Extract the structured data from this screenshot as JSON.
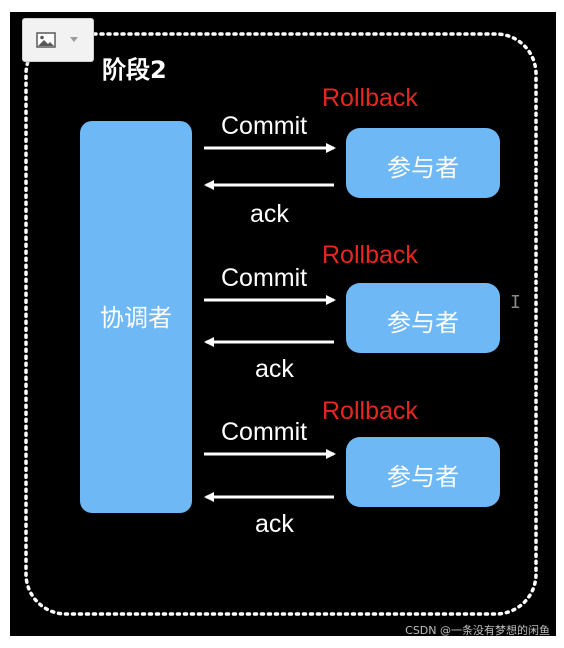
{
  "diagram": {
    "stage_title": "阶段2",
    "coordinator_label": "协调者",
    "participants": [
      {
        "label": "参与者",
        "commit_label": "Commit",
        "ack_label": "ack",
        "status_label": "Rollback"
      },
      {
        "label": "参与者",
        "commit_label": "Commit",
        "ack_label": "ack",
        "status_label": "Rollback"
      },
      {
        "label": "参与者",
        "commit_label": "Commit",
        "ack_label": "ack",
        "status_label": "Rollback"
      }
    ]
  },
  "watermark": "CSDN @一条没有梦想的闲鱼",
  "colors": {
    "background": "#000000",
    "box_fill": "#6db8f5",
    "text": "#ffffff",
    "rollback": "#e8261f",
    "dotted_border": "#ffffff"
  },
  "icons": {
    "toolbar_image": "image-icon",
    "toolbar_dropdown": "chevron-down-icon",
    "cursor": "text-cursor-icon"
  }
}
